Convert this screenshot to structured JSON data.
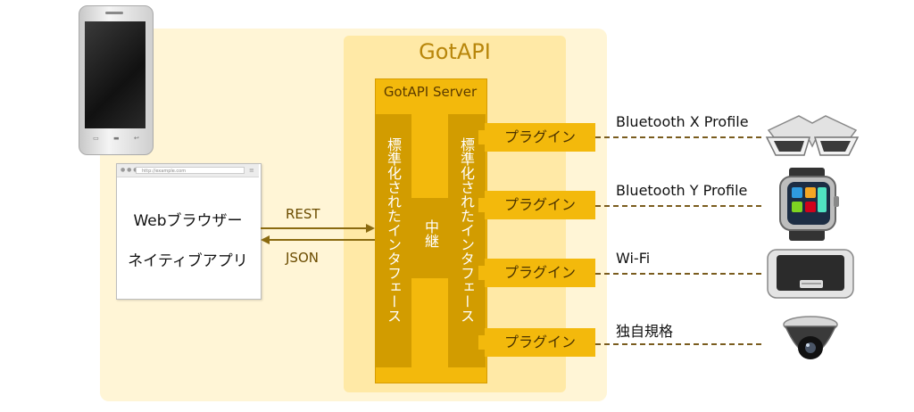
{
  "gotapi": {
    "title": "GotAPI",
    "server_title": "GotAPI Server",
    "left_interface": "標準化されたインタフェース",
    "right_interface": "標準化されたインタフェース",
    "relay": "中継"
  },
  "client": {
    "url": "http://example.com",
    "line1": "Webブラウザー",
    "line2": "ネイティブアプリ"
  },
  "arrows": {
    "request": "REST",
    "response": "JSON"
  },
  "plugins": [
    {
      "label": "プラグイン",
      "connection": "Bluetooth X Profile",
      "device_icon": "3d-glasses-icon"
    },
    {
      "label": "プラグイン",
      "connection": "Bluetooth Y Profile",
      "device_icon": "smartwatch-icon"
    },
    {
      "label": "プラグイン",
      "connection": "Wi-Fi",
      "device_icon": "weight-scale-icon"
    },
    {
      "label": "プラグイン",
      "connection": "独自規格",
      "device_icon": "security-camera-icon"
    }
  ],
  "colors": {
    "outer_panel": "#fff5d6",
    "gotapi_panel": "#ffe9a6",
    "server": "#f3b90c",
    "interface_bar": "#d29c00",
    "arrow": "#8a6a10"
  }
}
